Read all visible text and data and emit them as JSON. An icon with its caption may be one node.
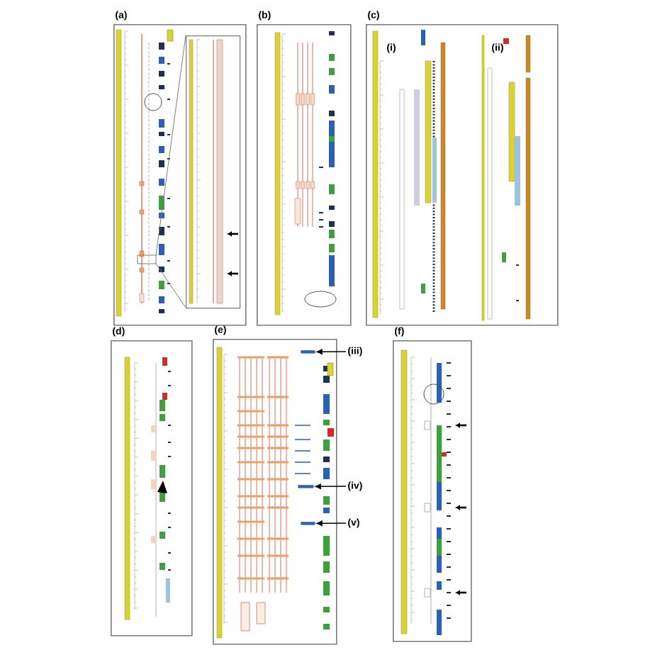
{
  "diagram": {
    "nodes": [
      {
        "text": [
          "(a)"
        ]
      },
      {
        "text": [],
        "shape": "box",
        "in": 0
      },
      {
        "text": [
          "(b)"
        ]
      },
      {
        "text": [
          "(c)"
        ]
      },
      {
        "text": [
          "(d)"
        ]
      },
      {
        "text": [
          "(e)"
        ]
      },
      {
        "text": [],
        "shape": "bar",
        "in": 5
      },
      {
        "text": [],
        "shape": "bar",
        "in": 5
      },
      {
        "text": [],
        "shape": "bar",
        "in": 5
      },
      {
        "text": [
          "(iii)"
        ]
      },
      {
        "text": [
          "(iv)"
        ]
      },
      {
        "text": [
          "(v)"
        ]
      },
      {
        "text": [
          "(f)"
        ]
      }
    ],
    "edges": [
      {
        "from": 9,
        "to": 6,
        "arrow": "to"
      },
      {
        "from": 10,
        "to": 7,
        "arrow": "to"
      },
      {
        "from": 11,
        "to": 8,
        "arrow": "to"
      }
    ],
    "labels": [
      "(i)",
      "(ii)"
    ]
  }
}
